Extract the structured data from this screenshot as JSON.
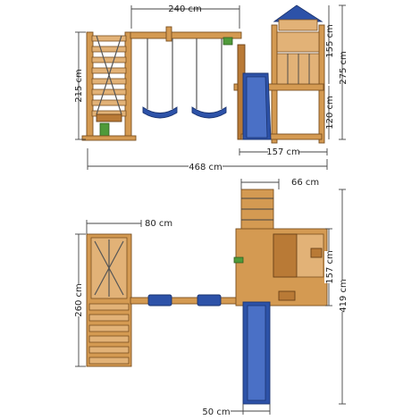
{
  "dimensions": {
    "side_width": "240 cm",
    "side_roof": "155 cm",
    "side_total_height": "275 cm",
    "side_left_height": "215 cm",
    "side_deck_height": "120 cm",
    "side_tower_width": "157 cm",
    "side_total_width": "468 cm",
    "top_tower_ext": "66 cm",
    "top_ladder_width": "80 cm",
    "top_ladder_length": "260 cm",
    "top_tower_depth": "157 cm",
    "top_total_depth": "419 cm",
    "top_slide_width": "50 cm"
  },
  "colors": {
    "wood": "#d49a52",
    "slide": "#2d52a8",
    "dimension": "#444444"
  }
}
